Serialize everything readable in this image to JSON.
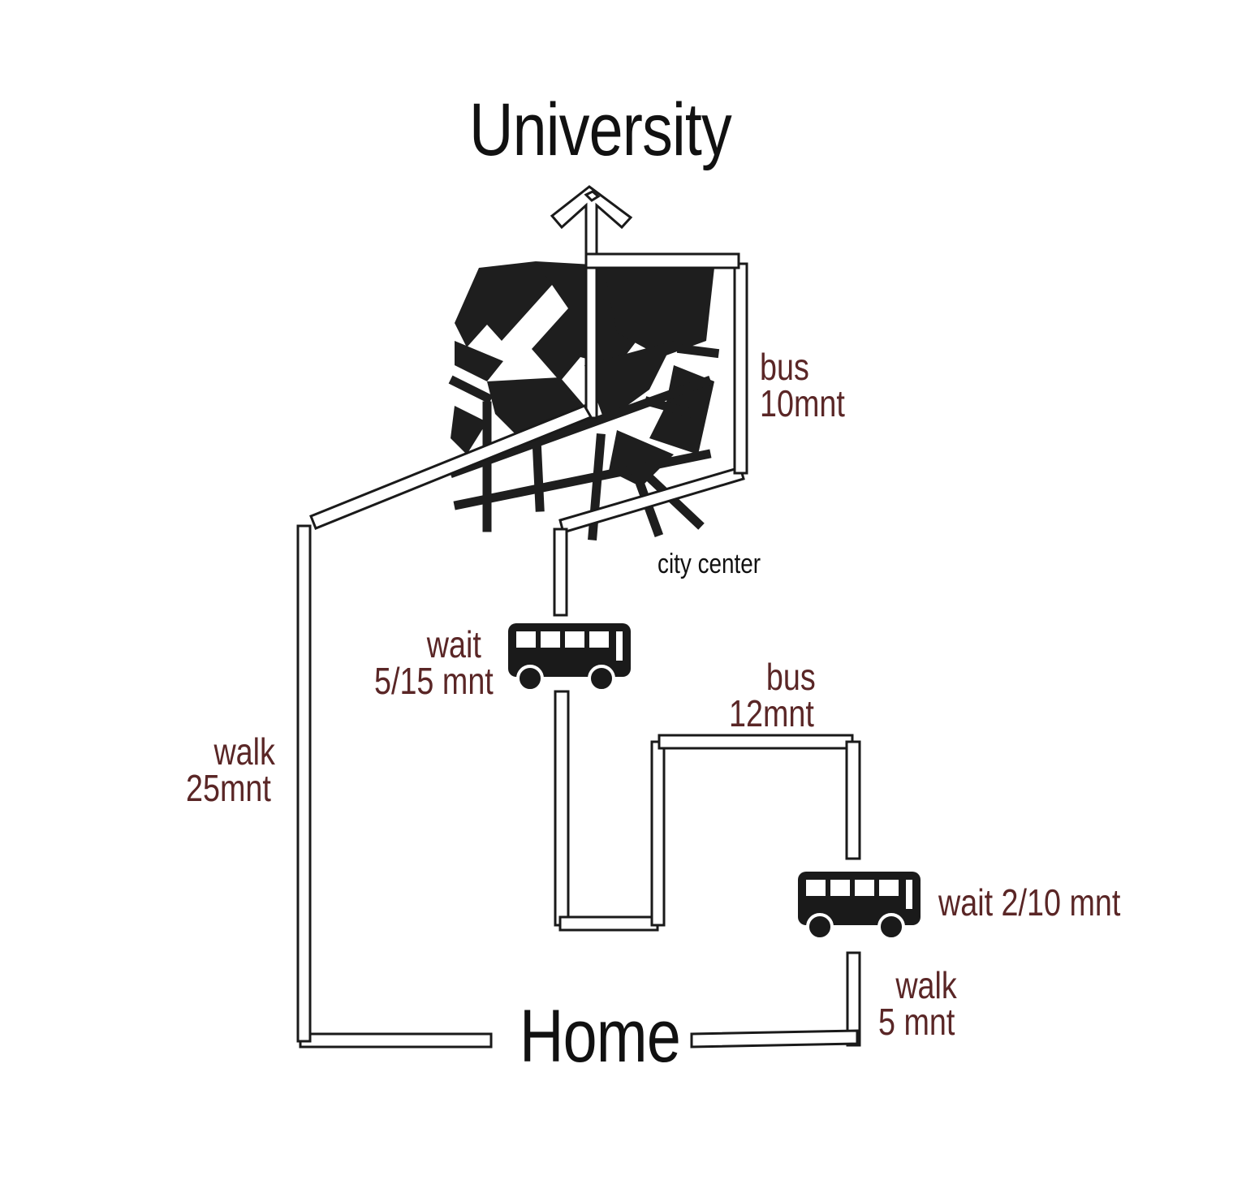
{
  "colors": {
    "path": "#1a1a1a",
    "map_fill": "#1e1e1e",
    "label": "#5a2626",
    "title": "#111111",
    "background": "#ffffff"
  },
  "destinations": {
    "top": "University",
    "bottom": "Home"
  },
  "map": {
    "label": "city center"
  },
  "labels": {
    "bus_upper_1": "bus",
    "bus_upper_2": "10mnt",
    "wait_left_1": "wait",
    "wait_left_2": "5/15 mnt",
    "bus_lower_1": "bus",
    "bus_lower_2": "12mnt",
    "walk_left_1": "walk",
    "walk_left_2": "25mnt",
    "wait_right": "wait 2/10 mnt",
    "walk_right_1": "walk",
    "walk_right_2": "5 mnt"
  },
  "icons": [
    "bus-icon",
    "bus-icon",
    "arrow-up-icon"
  ]
}
